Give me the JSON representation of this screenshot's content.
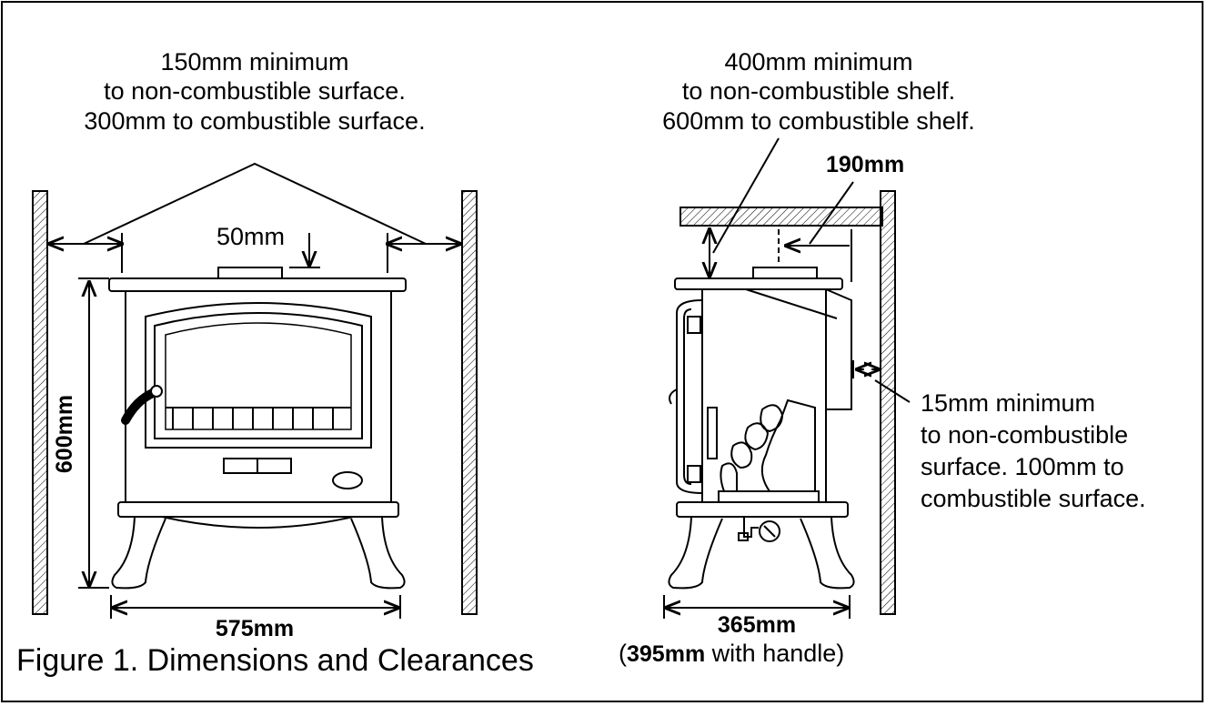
{
  "left": {
    "clearance_top": [
      "150mm minimum",
      "to non-combustible surface.",
      "300mm to combustible surface."
    ],
    "flue_offset": "50mm",
    "height": "600mm",
    "width": "575mm"
  },
  "right": {
    "shelf_clearance": [
      "400mm minimum",
      "to non-combustible shelf.",
      "600mm to combustible shelf."
    ],
    "flue_to_back": "190mm",
    "rear_clearance": [
      "15mm minimum",
      "to non-combustible",
      "surface. 100mm to",
      "combustible surface."
    ],
    "depth": "365mm",
    "depth_handle_prefix": "(",
    "depth_handle_value": "395mm",
    "depth_handle_suffix": " with handle)"
  },
  "caption": "Figure 1. Dimensions and Clearances"
}
